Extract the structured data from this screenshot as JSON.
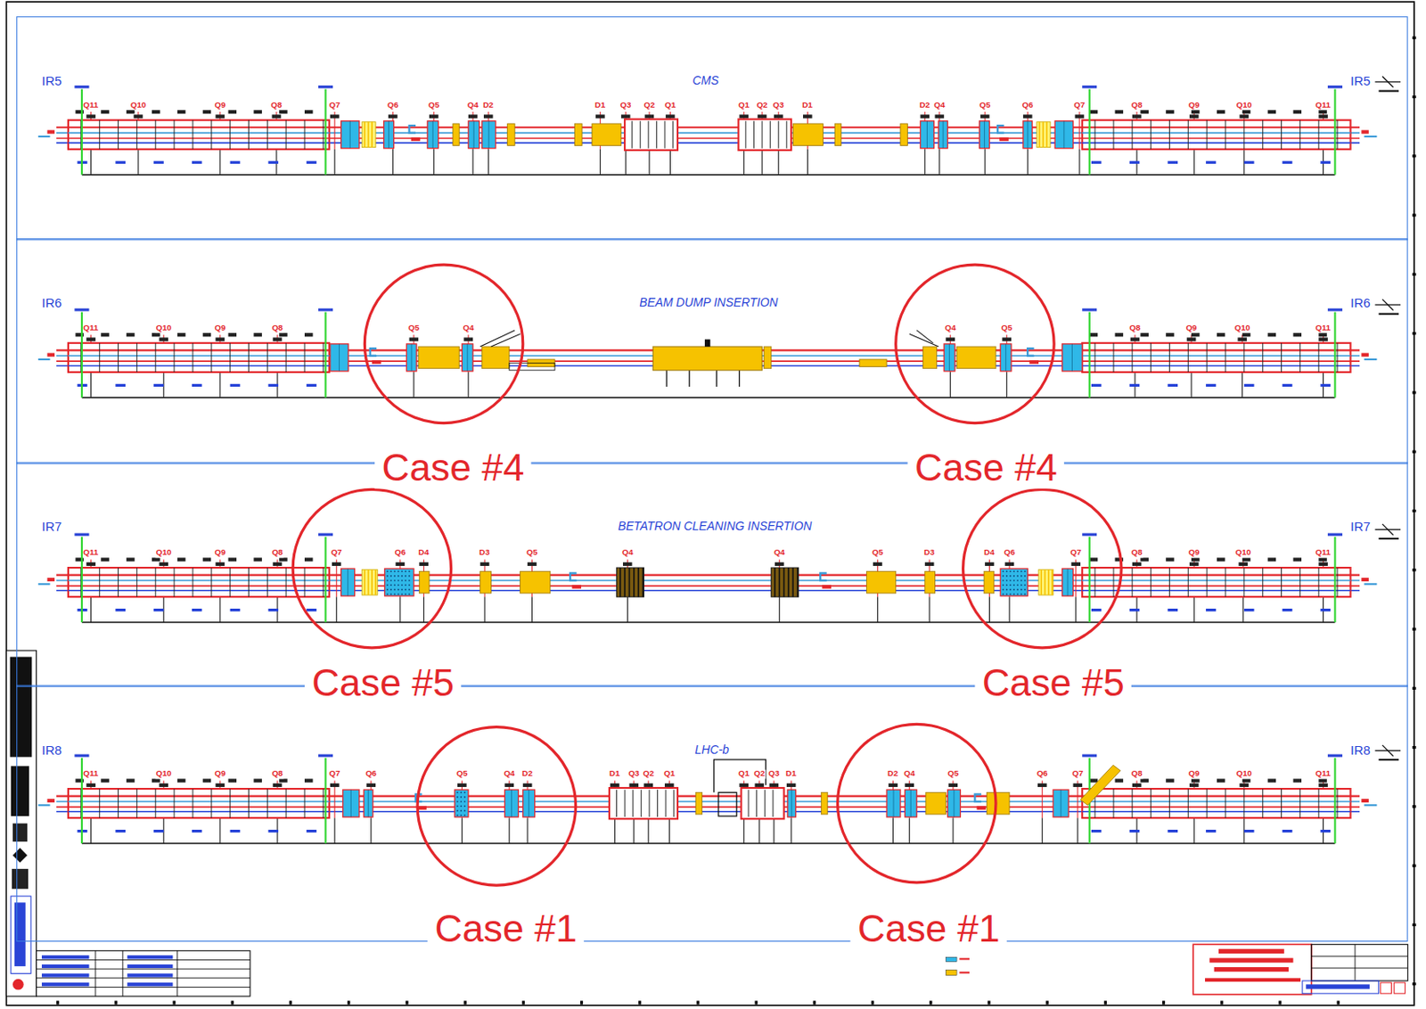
{
  "diagram": {
    "nodes": [
      {
        "text": [
          "IR5",
          "CMS",
          "IR5"
        ]
      },
      {
        "text": [
          "IR6",
          "BEAM DUMP INSERTION",
          "IR6"
        ]
      },
      {
        "text": [
          "Case #4"
        ],
        "in": 1
      },
      {
        "text": [
          "Case #4"
        ],
        "in": 1
      },
      {
        "text": [
          "IR7",
          "BETATRON CLEANING INSERTION",
          "IR7"
        ]
      },
      {
        "text": [
          "Case #5"
        ],
        "in": 4
      },
      {
        "text": [
          "Case #5"
        ],
        "in": 4
      },
      {
        "text": [
          "IR8",
          "LHC-b",
          "IR8"
        ]
      },
      {
        "text": [
          "Case #1"
        ],
        "in": 7
      },
      {
        "text": [
          "Case #1"
        ],
        "in": 7
      }
    ],
    "labels": [
      "Q11",
      "Q10",
      "Q9",
      "Q8",
      "Q7",
      "Q6",
      "Q5",
      "Q4",
      "D2",
      "D1",
      "Q3",
      "Q2",
      "Q1",
      "Q1",
      "Q2",
      "Q3",
      "D1",
      "D2",
      "Q4",
      "Q5",
      "Q6",
      "Q7",
      "Q8",
      "Q9",
      "Q10",
      "Q11",
      "Q11",
      "Q10",
      "Q9",
      "Q8",
      "Q5",
      "Q4",
      "Q4",
      "Q5",
      "Q8",
      "Q9",
      "Q10",
      "Q11",
      "Q11",
      "Q10",
      "Q9",
      "Q8",
      "Q7",
      "Q6",
      "D4",
      "D3",
      "Q5",
      "Q4",
      "Q4",
      "Q5",
      "D3",
      "D4",
      "Q6",
      "Q7",
      "Q8",
      "Q9",
      "Q10",
      "Q11",
      "Q11",
      "Q10",
      "Q9",
      "Q8",
      "Q7",
      "Q6",
      "Q5",
      "Q4",
      "D2",
      "D1",
      "Q3",
      "Q2",
      "Q1",
      "Q1",
      "Q2",
      "Q3",
      "D1",
      "D2",
      "Q4",
      "Q5",
      "Q6",
      "Q7",
      "Q8",
      "Q9",
      "Q10",
      "Q11"
    ]
  }
}
